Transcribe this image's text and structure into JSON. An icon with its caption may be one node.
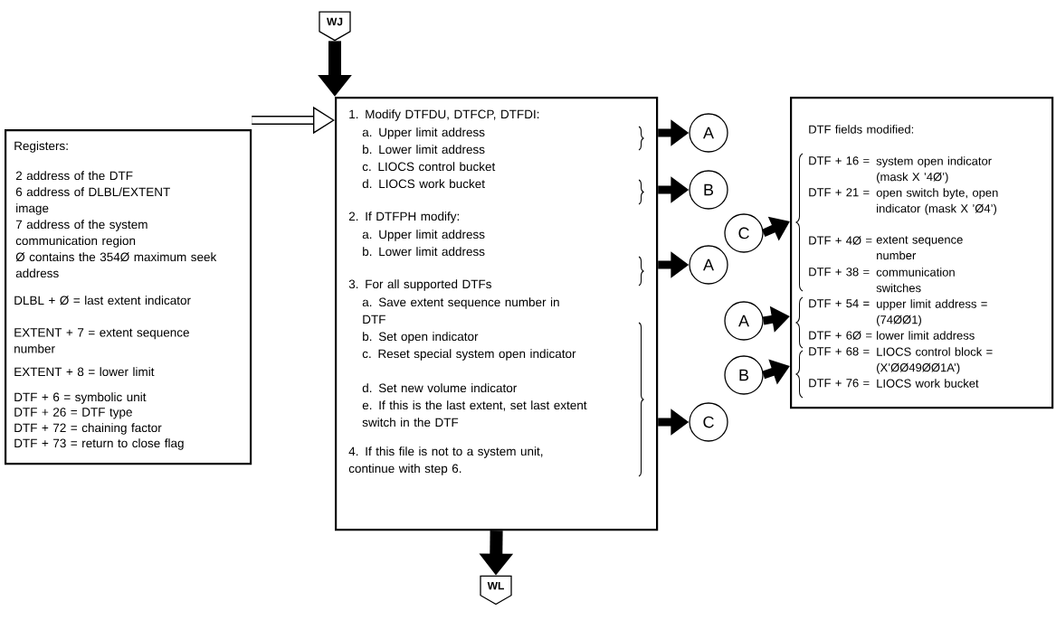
{
  "diagram": {
    "nodes": [
      {
        "text": [
          "Registers:",
          "2 address of the DTF",
          "6 address of DLBL/EXTENT image",
          "7 address of the system communication region",
          "Ø contains the 354Ø maximum seek address",
          "DLBL + Ø = last extent indicator",
          "EXTENT + 7 = extent sequence number",
          "EXTENT + 8 = lower limit",
          "DTF + 6 = symbolic unit",
          "DTF + 26 = DTF type",
          "DTF + 72 = chaining factor",
          "DTF + 73 = return to close flag"
        ]
      },
      {
        "text": [
          "WJ"
        ]
      },
      {
        "text": [
          "1. Modify DTFDU, DTFCP, DTFDI:",
          "a. Upper limit address",
          "b. Lower limit address",
          "c. LIOCS control bucket",
          "d. LIOCS work bucket",
          "2. If DTFPH modify:",
          "a. Upper limit address",
          "b. Lower limit address",
          "3. For all supported DTFs",
          "a. Save extent sequence number in DTF",
          "b. Set open indicator",
          "c. Reset special system open indicator",
          "d. Set new volume indicator",
          "e. If this is the last extent, set last extent switch in the DTF",
          "4. If this file is not to a system unit, continue with step 6."
        ]
      },
      {
        "text": [
          "A"
        ]
      },
      {
        "text": [
          "B"
        ]
      },
      {
        "text": [
          "C"
        ]
      },
      {
        "text": [
          "A"
        ]
      },
      {
        "text": [
          "A"
        ]
      },
      {
        "text": [
          "B"
        ]
      },
      {
        "text": [
          "C"
        ]
      },
      {
        "text": [
          "WL"
        ]
      },
      {
        "text": [
          "DTF fields modified:",
          "DTF + 16 =",
          "system open indicator (mask X ’4Ø’)",
          "DTF + 21 =",
          "open switch byte, open indicator (mask X ’Ø4’)",
          "DTF + 4Ø =",
          "extent sequence number",
          "DTF + 38 =",
          "communication switches",
          "DTF + 54 =",
          "upper limit address = (74ØØ1)",
          "DTF + 6Ø =",
          "lower limit address",
          "DTF + 68 =",
          "LIOCS control block = (X’ØØ49ØØ1A’)",
          "DTF + 76 =",
          "LIOCS work bucket"
        ]
      }
    ],
    "edges": [
      {
        "from": 1,
        "to": 2,
        "arrow": "to"
      },
      {
        "from": 0,
        "to": 2,
        "arrow": "to"
      },
      {
        "from": 2,
        "to": 3,
        "arrow": "to"
      },
      {
        "from": 2,
        "to": 4,
        "arrow": "to"
      },
      {
        "from": 5,
        "to": 11,
        "arrow": "to"
      },
      {
        "from": 2,
        "to": 6,
        "arrow": "to"
      },
      {
        "from": 7,
        "to": 11,
        "arrow": "to"
      },
      {
        "from": 8,
        "to": 11,
        "arrow": "to"
      },
      {
        "from": 2,
        "to": 9,
        "arrow": "to"
      },
      {
        "from": 2,
        "to": 10,
        "arrow": "to"
      }
    ]
  }
}
